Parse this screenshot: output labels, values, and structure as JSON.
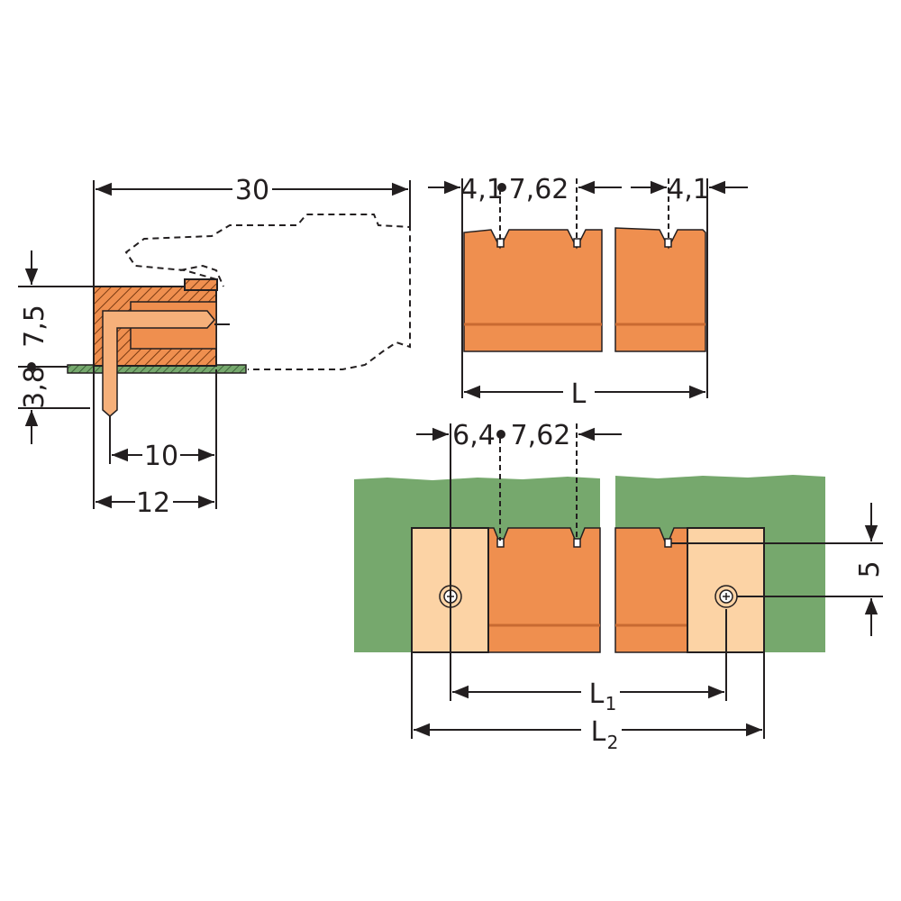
{
  "colors": {
    "housing": "#ef8f4f",
    "housing_dark": "#c86a32",
    "flange": "#fcd3a5",
    "pcb": "#76a86d",
    "line": "#231f20",
    "pin": "#f6b07a"
  },
  "side_view": {
    "dim_overall": "30",
    "dim_height": "7,5",
    "dim_pin": "3,8",
    "dim_pin_offset": "10",
    "dim_depth": "12"
  },
  "front_view": {
    "dim_edge_left": "4,1",
    "dim_pitch": "7,62",
    "dim_edge_right": "4,1",
    "dim_length": "L"
  },
  "flange_view": {
    "dim_flange_offset": "6,4",
    "dim_pitch": "7,62",
    "dim_vertical": "5",
    "dim_l1": "L",
    "dim_l1_sub": "1",
    "dim_l2": "L",
    "dim_l2_sub": "2"
  }
}
